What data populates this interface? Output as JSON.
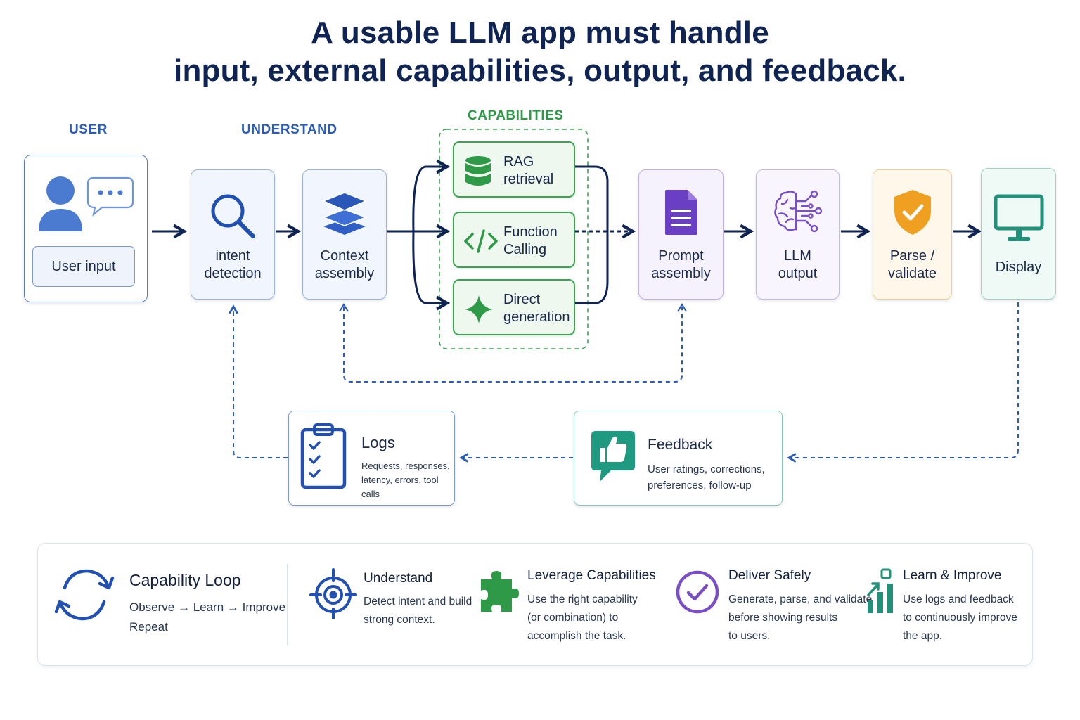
{
  "title": {
    "line1": "A usable LLM app must handle",
    "line2": "input, external capabilities, output, and feedback."
  },
  "sections": {
    "user": "USER",
    "understand": "UNDERSTAND",
    "capabilities": "CAPABILITIES"
  },
  "colors": {
    "navy": "#0f2453",
    "blue": "#2b5cb8",
    "green": "#2e9a47",
    "purple": "#7a4fc4",
    "orange": "#f0a020",
    "teal": "#23907a"
  },
  "flow": {
    "user_input": {
      "label": "User input",
      "icon": "user-with-chat-bubble-icon"
    },
    "intent_detection": {
      "line1": "intent",
      "line2": "detection",
      "icon": "search-icon"
    },
    "context_assembly": {
      "line1": "Context",
      "line2": "assembly",
      "icon": "layers-icon"
    },
    "prompt_assembly": {
      "line1": "Prompt",
      "line2": "assembly",
      "icon": "document-icon"
    },
    "llm_output": {
      "line1": "LLM",
      "line2": "output",
      "icon": "brain-circuit-icon"
    },
    "parse_validate": {
      "line1": "Parse /",
      "line2": "validate",
      "icon": "shield-check-icon"
    },
    "display": {
      "label": "Display",
      "icon": "monitor-icon"
    }
  },
  "capabilities": [
    {
      "line1": "RAG",
      "line2": "retrieval",
      "icon": "database-icon"
    },
    {
      "line1": "Function",
      "line2": "Calling",
      "icon": "code-icon"
    },
    {
      "line1": "Direct",
      "line2": "generation",
      "icon": "sparkle-icon"
    }
  ],
  "logs": {
    "title": "Logs",
    "desc1": "Requests, responses,",
    "desc2": "latency, errors, tool calls",
    "icon": "clipboard-checklist-icon"
  },
  "feedback": {
    "title": "Feedback",
    "desc1": "User ratings, corrections,",
    "desc2": "preferences, follow-up",
    "icon": "thumbs-up-icon"
  },
  "bottom": {
    "loop": {
      "title": "Capability Loop",
      "line1": "Observe → Learn → Improve",
      "line2": "Repeat",
      "icon": "refresh-cycle-icon"
    },
    "items": [
      {
        "title": "Understand",
        "line1": "Detect intent and build",
        "line2": "strong context.",
        "line3": "",
        "icon": "target-icon"
      },
      {
        "title": "Leverage Capabilities",
        "line1": "Use the right capability",
        "line2": "(or combination) to",
        "line3": "accomplish the task.",
        "icon": "puzzle-icon"
      },
      {
        "title": "Deliver Safely",
        "line1": "Generate, parse, and validate",
        "line2": "before showing results",
        "line3": "to users.",
        "icon": "check-circle-icon"
      },
      {
        "title": "Learn & Improve",
        "line1": "Use logs and feedback",
        "line2": "to continuously improve",
        "line3": "the app.",
        "icon": "growth-chart-icon"
      }
    ]
  }
}
